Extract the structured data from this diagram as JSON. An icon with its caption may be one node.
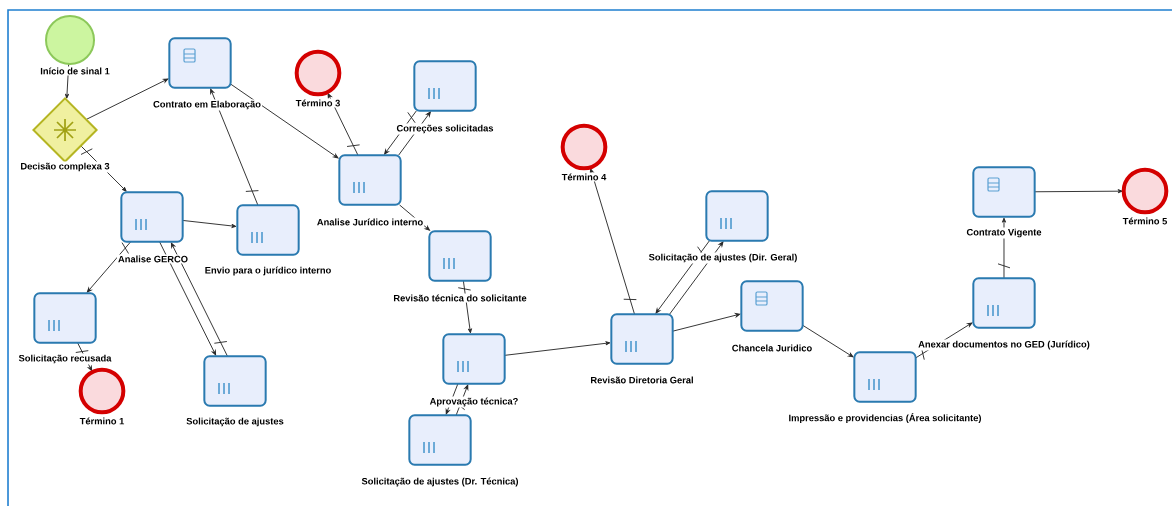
{
  "diagram": {
    "nodes": [
      {
        "text": [
          "Início de sinal 1"
        ]
      },
      {
        "text": [
          "Decisão complexa 3"
        ]
      },
      {
        "text": [
          "Contrato em Elaboração"
        ]
      },
      {
        "text": [
          "Término 3"
        ]
      },
      {
        "text": [
          "Correções solicitadas"
        ]
      },
      {
        "text": [
          "Analise Jurídico interno"
        ]
      },
      {
        "text": [
          "Analise GERCO"
        ]
      },
      {
        "text": [
          "Envio para o jurídico interno"
        ]
      },
      {
        "text": [
          "Solicitação recusada"
        ]
      },
      {
        "text": [
          "Término 1"
        ]
      },
      {
        "text": [
          "Solicitação de ajustes"
        ]
      },
      {
        "text": [
          "Revisão técnica do solicitante"
        ]
      },
      {
        "text": [
          "Término 4"
        ]
      },
      {
        "text": [
          "Solicitação de ajustes (Dir. Geral)"
        ]
      },
      {
        "text": [
          "Revisão Diretoria Geral"
        ]
      },
      {
        "text": [
          "Chancela Juridico"
        ]
      },
      {
        "text": [
          "Aprovação técnica?"
        ]
      },
      {
        "text": [
          "Solicitação de ajustes (Dr. Técnica)"
        ]
      },
      {
        "text": [
          "Impressão e providencias (Área solicitante)"
        ]
      },
      {
        "text": [
          "Anexar documentos no GED (Jurídico)"
        ]
      },
      {
        "text": [
          "Contrato Vigente"
        ]
      },
      {
        "text": [
          "Término 5"
        ]
      }
    ],
    "edges": [
      {
        "from": 0,
        "to": 1,
        "arrow": "to"
      },
      {
        "from": 1,
        "to": 2,
        "arrow": "to"
      },
      {
        "from": 1,
        "to": 6,
        "arrow": "to"
      },
      {
        "from": 2,
        "to": 5,
        "arrow": "to"
      },
      {
        "from": 6,
        "to": 7,
        "arrow": "to"
      },
      {
        "from": 7,
        "to": 2,
        "arrow": "to"
      },
      {
        "from": 6,
        "to": 8,
        "arrow": "to"
      },
      {
        "from": 8,
        "to": 9,
        "arrow": "to"
      },
      {
        "from": 6,
        "to": 10,
        "arrow": "to"
      },
      {
        "from": 10,
        "to": 6,
        "arrow": "to"
      },
      {
        "from": 5,
        "to": 3,
        "arrow": "to"
      },
      {
        "from": 5,
        "to": 4,
        "arrow": "to"
      },
      {
        "from": 4,
        "to": 5,
        "arrow": "to"
      },
      {
        "from": 5,
        "to": 11,
        "arrow": "to"
      },
      {
        "from": 11,
        "to": 16,
        "arrow": "to"
      },
      {
        "from": 16,
        "to": 14,
        "arrow": "to"
      },
      {
        "from": 16,
        "to": 17,
        "arrow": "to"
      },
      {
        "from": 17,
        "to": 16,
        "arrow": "to"
      },
      {
        "from": 14,
        "to": 12,
        "arrow": "to"
      },
      {
        "from": 14,
        "to": 13,
        "arrow": "to"
      },
      {
        "from": 13,
        "to": 14,
        "arrow": "to"
      },
      {
        "from": 14,
        "to": 15,
        "arrow": "to"
      },
      {
        "from": 15,
        "to": 18,
        "arrow": "to"
      },
      {
        "from": 18,
        "to": 19,
        "arrow": "to"
      },
      {
        "from": 19,
        "to": 20,
        "arrow": "to"
      },
      {
        "from": 20,
        "to": 21,
        "arrow": "to"
      }
    ]
  }
}
